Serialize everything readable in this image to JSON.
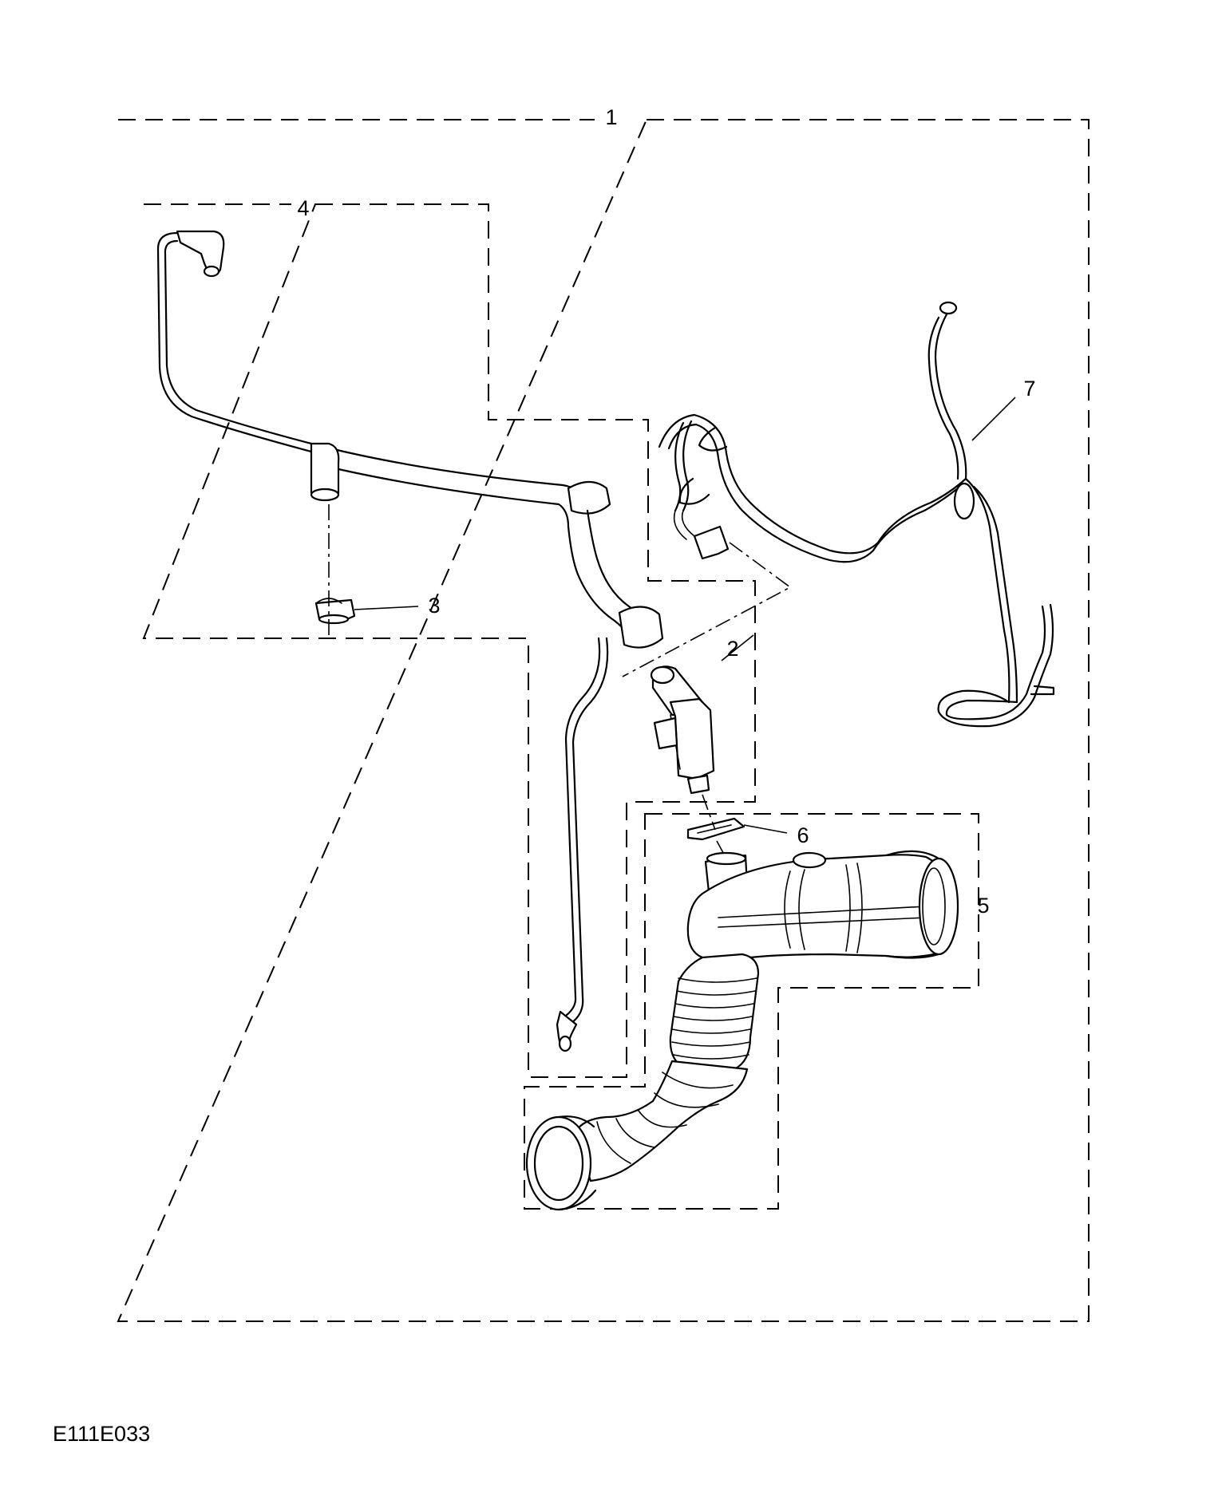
{
  "callouts": {
    "c1": "1",
    "c2": "2",
    "c3": "3",
    "c4": "4",
    "c5": "5",
    "c6": "6",
    "c7": "7"
  },
  "figure_ref": "E111E033"
}
